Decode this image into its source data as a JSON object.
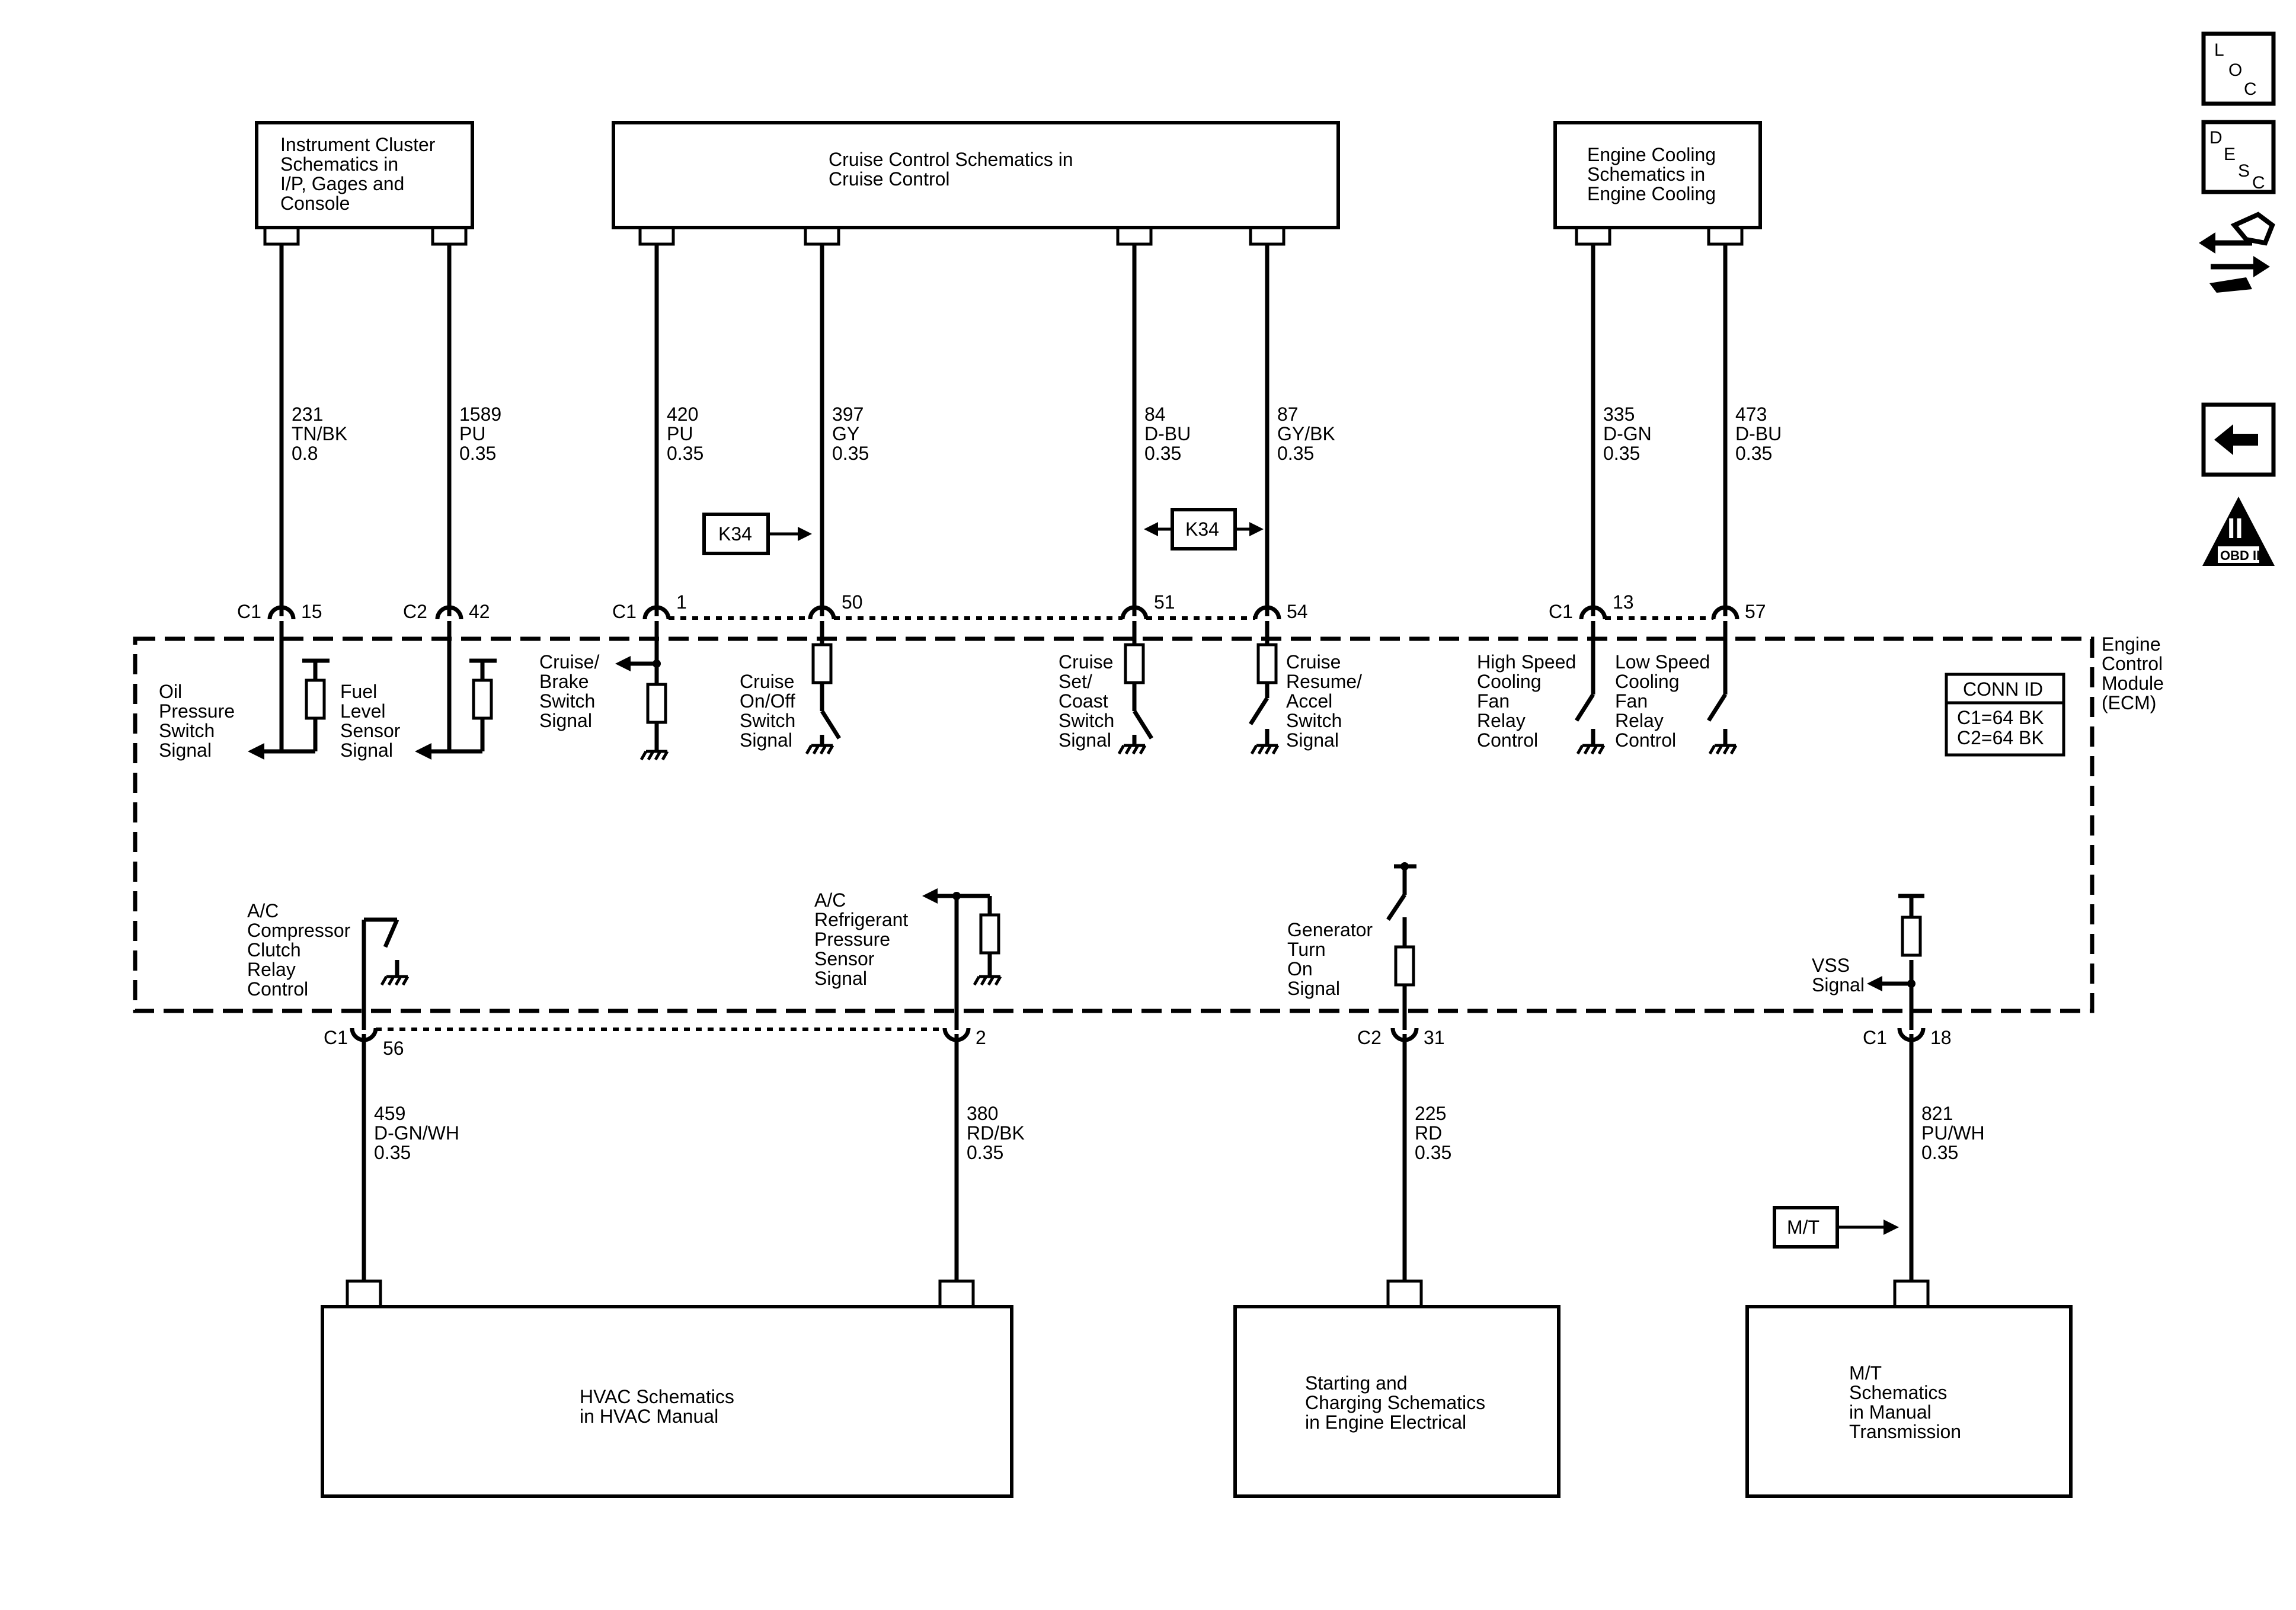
{
  "modules": {
    "instrument_cluster": [
      "Instrument Cluster",
      "Schematics in",
      "I/P, Gages and",
      "Console"
    ],
    "cruise_control": [
      "Cruise Control Schematics in",
      "Cruise Control"
    ],
    "engine_cooling": [
      "Engine Cooling",
      "Schematics in",
      "Engine Cooling"
    ],
    "hvac": [
      "HVAC Schematics",
      "in HVAC Manual"
    ],
    "starting_charging": [
      "Starting and",
      "Charging Schematics",
      "in Engine Electrical"
    ],
    "mt": [
      "M/T",
      "Schematics",
      "in Manual",
      "Transmission"
    ]
  },
  "ecm": {
    "label": [
      "Engine",
      "Control",
      "Module",
      "(ECM)"
    ],
    "conn_id": {
      "title": "CONN ID",
      "c1": "C1=64 BK",
      "c2": "C2=64 BK"
    }
  },
  "wires": {
    "w231": [
      "231",
      "TN/BK",
      "0.8"
    ],
    "w1589": [
      "1589",
      "PU",
      "0.35"
    ],
    "w420": [
      "420",
      "PU",
      "0.35"
    ],
    "w397": [
      "397",
      "GY",
      "0.35"
    ],
    "w84": [
      "84",
      "D-BU",
      "0.35"
    ],
    "w87": [
      "87",
      "GY/BK",
      "0.35"
    ],
    "w335": [
      "335",
      "D-GN",
      "0.35"
    ],
    "w473": [
      "473",
      "D-BU",
      "0.35"
    ],
    "w459": [
      "459",
      "D-GN/WH",
      "0.35"
    ],
    "w380": [
      "380",
      "RD/BK",
      "0.35"
    ],
    "w225": [
      "225",
      "RD",
      "0.35"
    ],
    "w821": [
      "821",
      "PU/WH",
      "0.35"
    ]
  },
  "connectors": {
    "c1_15": {
      "conn": "C1",
      "pin": "15"
    },
    "c2_42": {
      "conn": "C2",
      "pin": "42"
    },
    "c1_1": {
      "conn": "C1",
      "pin": "1"
    },
    "p50": {
      "pin": "50"
    },
    "p51": {
      "pin": "51"
    },
    "p54": {
      "pin": "54"
    },
    "c1_13": {
      "conn": "C1",
      "pin": "13"
    },
    "p57": {
      "pin": "57"
    },
    "c1_56": {
      "conn": "C1",
      "pin": "56"
    },
    "p2": {
      "pin": "2"
    },
    "c2_31": {
      "conn": "C2",
      "pin": "31"
    },
    "c1_18": {
      "conn": "C1",
      "pin": "18"
    }
  },
  "signals": {
    "oil": [
      "Oil",
      "Pressure",
      "Switch",
      "Signal"
    ],
    "fuel": [
      "Fuel",
      "Level",
      "Sensor",
      "Signal"
    ],
    "cruise_brake": [
      "Cruise/",
      "Brake",
      "Switch",
      "Signal"
    ],
    "cruise_onoff": [
      "Cruise",
      "On/Off",
      "Switch",
      "Signal"
    ],
    "cruise_set": [
      "Cruise",
      "Set/",
      "Coast",
      "Switch",
      "Signal"
    ],
    "cruise_resume": [
      "Cruise",
      "Resume/",
      "Accel",
      "Switch",
      "Signal"
    ],
    "high_fan": [
      "High Speed",
      "Cooling",
      "Fan",
      "Relay",
      "Control"
    ],
    "low_fan": [
      "Low Speed",
      "Cooling",
      "Fan",
      "Relay",
      "Control"
    ],
    "ac_clutch": [
      "A/C",
      "Compressor",
      "Clutch",
      "Relay",
      "Control"
    ],
    "ac_pressure": [
      "A/C",
      "Refrigerant",
      "Pressure",
      "Sensor",
      "Signal"
    ],
    "generator": [
      "Generator",
      "Turn",
      "On",
      "Signal"
    ],
    "vss": [
      "VSS",
      "Signal"
    ]
  },
  "options": {
    "k34_left": "K34",
    "k34_right": "K34",
    "mt": "M/T"
  },
  "side_icons": {
    "loc": [
      "L",
      "O",
      "C"
    ],
    "desc": [
      "D",
      "E",
      "S",
      "C"
    ],
    "obd": [
      "II",
      "OBD II"
    ],
    "names": [
      "loc-icon",
      "desc-icon",
      "schematic-icon",
      "back-arrow-icon",
      "obd-ii-icon"
    ]
  }
}
